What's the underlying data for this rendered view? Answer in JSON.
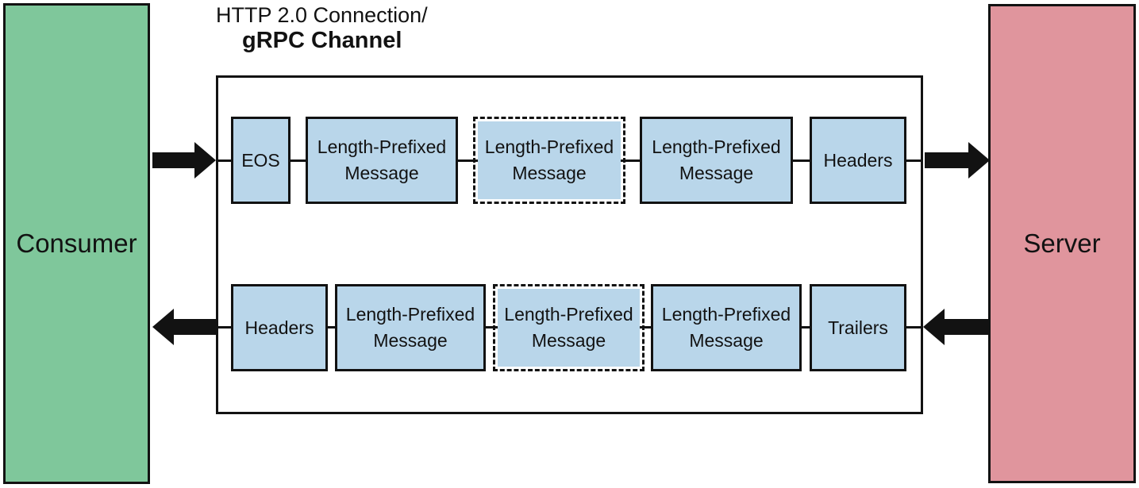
{
  "title": {
    "line1": "HTTP 2.0 Connection/",
    "line2": "gRPC Channel"
  },
  "endpoints": {
    "consumer": "Consumer",
    "server": "Server"
  },
  "colors": {
    "consumer_fill": "#7fc79b",
    "server_fill": "#e0959d",
    "message_fill": "#b9d6ea",
    "line": "#121212"
  },
  "rows": {
    "request": {
      "direction": "consumer-to-server",
      "boxes": [
        {
          "label": "EOS",
          "border": "solid"
        },
        {
          "label": "Length-Prefixed Message",
          "border": "solid"
        },
        {
          "label": "Length-Prefixed Message",
          "border": "dashed"
        },
        {
          "label": "Length-Prefixed Message",
          "border": "solid"
        },
        {
          "label": "Headers",
          "border": "solid"
        }
      ]
    },
    "response": {
      "direction": "server-to-consumer",
      "boxes": [
        {
          "label": "Headers",
          "border": "solid"
        },
        {
          "label": "Length-Prefixed Message",
          "border": "solid"
        },
        {
          "label": "Length-Prefixed Message",
          "border": "dashed"
        },
        {
          "label": "Length-Prefixed Message",
          "border": "solid"
        },
        {
          "label": "Trailers",
          "border": "solid"
        }
      ]
    }
  }
}
